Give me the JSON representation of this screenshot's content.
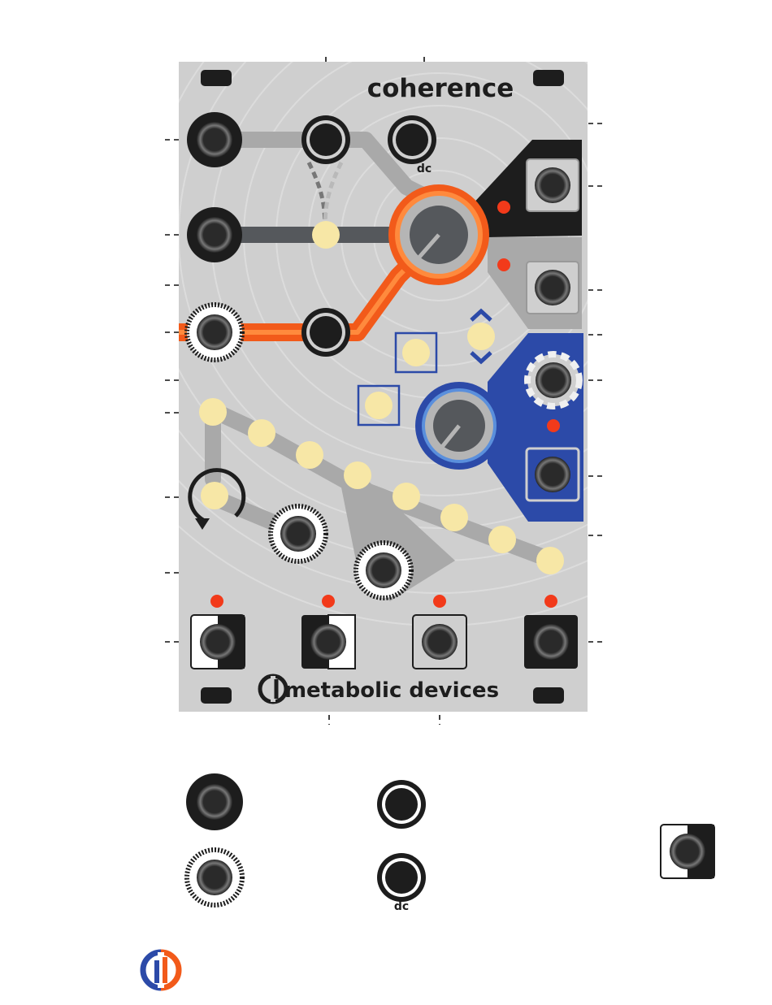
{
  "module": {
    "title": "coherence",
    "brand": "metabolic devices",
    "knob_label_dc": "dc"
  },
  "legend": {
    "knob_dc_label": "dc"
  },
  "logo": {
    "name": "metabolic-devices-logo",
    "colors": {
      "left": "#2c4aa8",
      "right": "#f25a1a"
    }
  },
  "colors": {
    "panel": "#cfcfcf",
    "panel_rings": "#dcdcdc",
    "dark": "#1d1d1d",
    "trace_gray": "#a9a9a9",
    "trace_dark": "#55585c",
    "orange": "#f25a1a",
    "orange_inner": "#ff8a3d",
    "blue": "#2c4aa8",
    "blue_light": "#5a8fdc",
    "yellow": "#f7e7a6",
    "led_red": "#f23a1a"
  },
  "icons": [
    "jack-icon",
    "knob-icon",
    "led-icon",
    "button-icon",
    "reset-arrow-icon",
    "chevron-up-icon",
    "chevron-down-icon"
  ]
}
